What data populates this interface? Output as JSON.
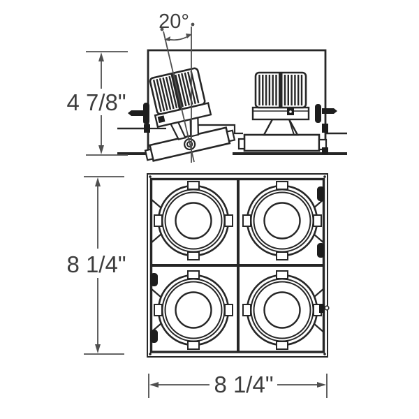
{
  "diagram": {
    "description": "Technical dimension drawing of a 4-lamp recessed multiple downlight: side elevation (top) and bottom plan view (below)",
    "colors": {
      "fixture_line": "#262626",
      "dimension_line": "#4f4f4f",
      "label_text": "#3d3d3d",
      "background": "#ffffff",
      "clip_fill": "#1d1d1d"
    },
    "top_view": {
      "angle_label": "20°",
      "height_label": "4 7/8\""
    },
    "bottom_view": {
      "height_label": "8 1/4\"",
      "width_label": "8 1/4\""
    }
  }
}
